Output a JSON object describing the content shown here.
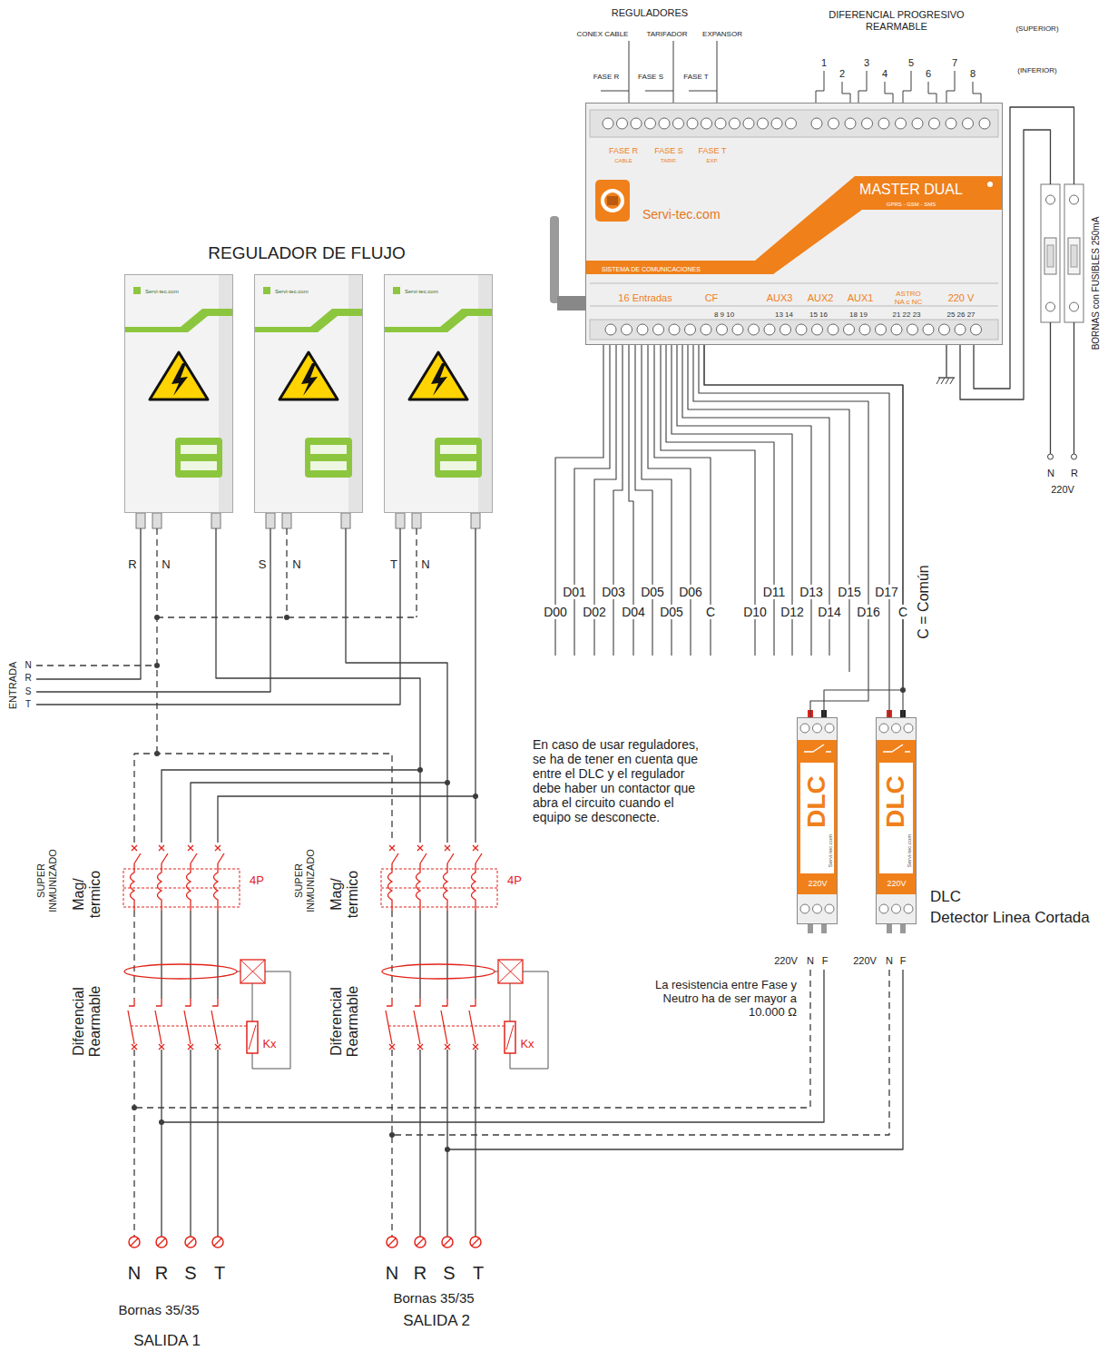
{
  "diagram": {
    "nodes": [
      {
        "text": [
          "FASE R",
          "CABLE",
          "FASE S",
          "TARIF.",
          "FASE T",
          "EXP.",
          "Servi-tec.com",
          "MASTER DUAL",
          "GPRS - GSM - SMS",
          "SISTEMA DE COMUNICACIONES",
          "16 Entradas",
          "CF",
          "8 9 10",
          "AUX3",
          "13 14",
          "AUX2",
          "15 16",
          "AUX1",
          "18 19",
          "ASTRO NA c NC",
          "21 22 23",
          "220 V",
          "25 26 27"
        ]
      },
      {
        "text": [
          "Servi-tec.com"
        ]
      },
      {
        "text": [
          "Servi-tec.com"
        ]
      },
      {
        "text": [
          "Servi-tec.com"
        ]
      },
      {
        "text": [
          "DLC",
          "Servi-tec.com",
          "220V"
        ]
      },
      {
        "text": [
          "DLC",
          "Servi-tec.com",
          "220V"
        ]
      }
    ],
    "edges": [
      {
        "from": 0,
        "to": 4,
        "arrow": "none"
      },
      {
        "from": 0,
        "to": 5,
        "arrow": "none"
      },
      {
        "from": 0,
        "to": 4,
        "arrow": "none"
      },
      {
        "from": 0,
        "to": 5,
        "arrow": "none"
      }
    ],
    "labels": [
      "REGULADORES",
      "CONEX CABLE",
      "TARIFADOR",
      "EXPANSOR",
      "FASE R",
      "FASE S",
      "FASE T",
      "DIFERENCIAL PROGRESIVO REARMABLE",
      "(SUPERIOR)",
      "(INFERIOR)",
      "1",
      "2",
      "3",
      "4",
      "5",
      "6",
      "7",
      "8",
      "BORNAS con FUSIBLES 250mA",
      "N",
      "R",
      "220V",
      "REGULADOR DE FLUJO",
      "R",
      "N",
      "S",
      "N",
      "T",
      "N",
      "ENTRADA",
      "N",
      "R",
      "S",
      "T",
      "D01",
      "D03",
      "D05",
      "D06",
      "D00",
      "D02",
      "D04",
      "D05",
      "C",
      "D11",
      "D13",
      "D15",
      "D17",
      "D10",
      "D12",
      "D14",
      "D16",
      "C",
      "C = Común",
      "En caso de usar reguladores, se ha de tener en cuenta que entre el DLC y el regulador debe haber un contactor que abra el circuito cuando el equipo se desconecte.",
      "DLC",
      "Detector Linea Cortada",
      "220V",
      "N",
      "F",
      "220V",
      "N",
      "F",
      "La resistencia entre Fase y Neutro ha de ser mayor a 10.000 Ω",
      "SUPER INMUNIZADO",
      "Mag/ termico",
      "4P",
      "Diferencial Rearmable",
      "Kx",
      "N",
      "R",
      "S",
      "T",
      "Bornas 35/35",
      "SALIDA 1",
      "SUPER INMUNIZADO",
      "Mag/ termico",
      "4P",
      "Diferencial Rearmable",
      "Kx",
      "N",
      "R",
      "S",
      "T",
      "Bornas 35/35",
      "SALIDA 2"
    ]
  }
}
